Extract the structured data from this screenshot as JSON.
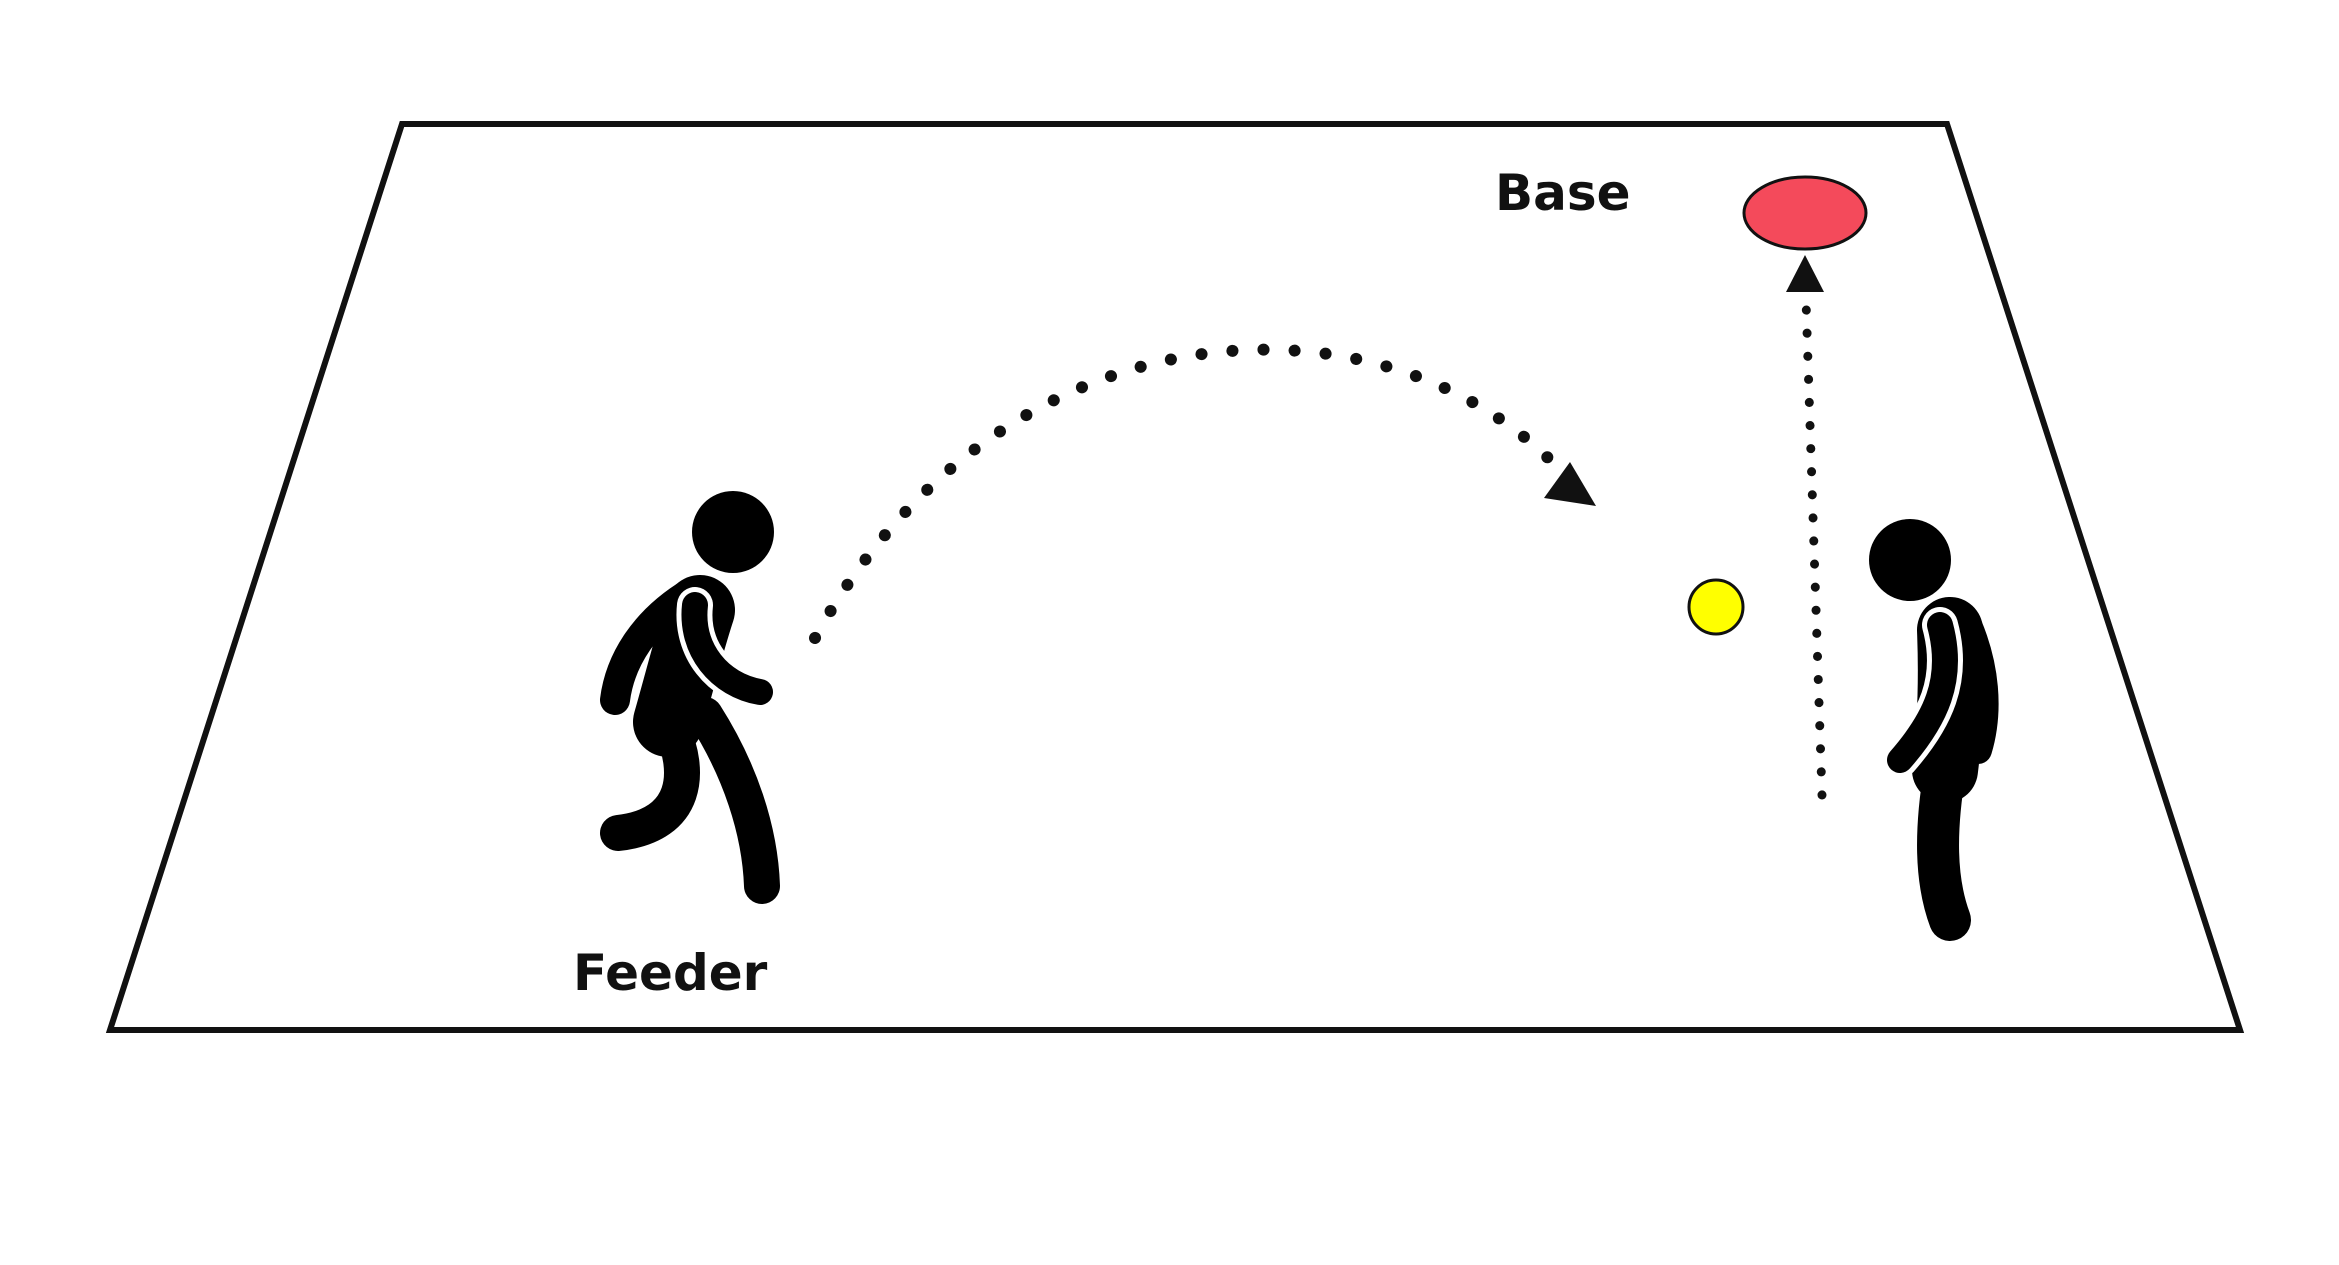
{
  "diagram": {
    "labels": {
      "base": "Base",
      "feeder": "Feeder"
    },
    "nodes": [
      {
        "id": "feeder",
        "type": "person-walking",
        "label_key": "feeder"
      },
      {
        "id": "receiver",
        "type": "person-standing"
      },
      {
        "id": "ball",
        "type": "ball",
        "color": "#ffff00"
      },
      {
        "id": "base",
        "type": "base-marker",
        "color": "#f44a5b"
      }
    ],
    "edges": [
      {
        "from": "feeder",
        "to": "receiver",
        "style": "dotted-arc-arrow"
      },
      {
        "from": "receiver",
        "to": "base",
        "style": "dotted-straight-arrow"
      }
    ],
    "colors": {
      "outline": "#111111",
      "background": "#ffffff",
      "base": "#f44a5b",
      "ball": "#ffff00"
    }
  }
}
